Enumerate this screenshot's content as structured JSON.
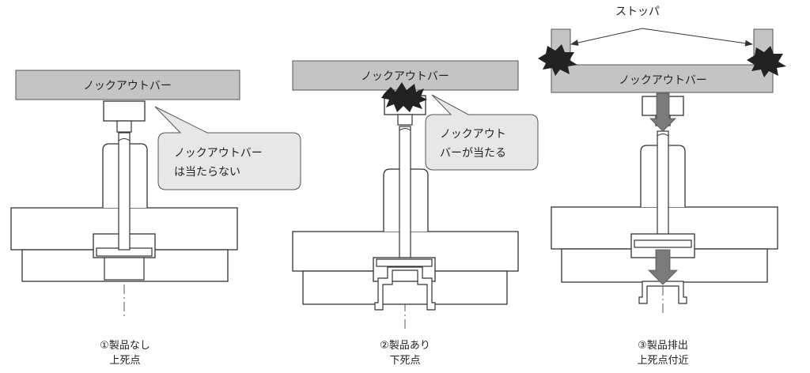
{
  "colors": {
    "bar_fill": "#c4c4c4",
    "callout_fill": "#e7e7e7",
    "line": "#333333",
    "arrow_fill": "#7a7a7a",
    "impact": "#222222"
  },
  "icons": [
    "impact-burst-icon",
    "down-arrow-icon",
    "pointer-arrow-icon"
  ],
  "panels": [
    {
      "bar_label": "ノックアウトバー",
      "callout_line1": "ノックアウトバー",
      "callout_line2": "は当たらない",
      "caption_line1": "①製品なし",
      "caption_line2": "上死点"
    },
    {
      "bar_label": "ノックアウトバー",
      "callout_line1": "ノックアウト",
      "callout_line2": "バーが当たる",
      "caption_line1": "②製品あり",
      "caption_line2": "下死点"
    },
    {
      "bar_label": "ノックアウトバー",
      "stopper_label": "ストッパ",
      "caption_line1": "③製品排出",
      "caption_line2": "上死点付近"
    }
  ]
}
